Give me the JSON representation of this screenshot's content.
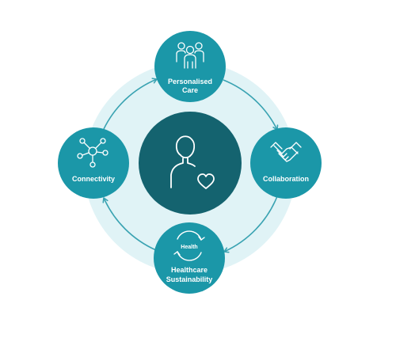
{
  "colors": {
    "background_disc": "#e0f3f6",
    "node_fill": "#1b97a8",
    "center_fill": "#14636f",
    "arrow": "#3aa3b2",
    "icon_stroke": "#ffffff"
  },
  "center": {
    "icon": "person-heart-icon"
  },
  "nodes": {
    "top": {
      "line1": "Personalised",
      "line2": "Care",
      "icon": "people-group-icon"
    },
    "right": {
      "line1": "Collaboration",
      "icon": "handshake-icon"
    },
    "bottom": {
      "line1": "Healthcare",
      "line2": "Sustainability",
      "icon": "cycle-icon",
      "icon_text": "Health"
    },
    "left": {
      "line1": "Connectivity",
      "icon": "network-icon"
    }
  }
}
